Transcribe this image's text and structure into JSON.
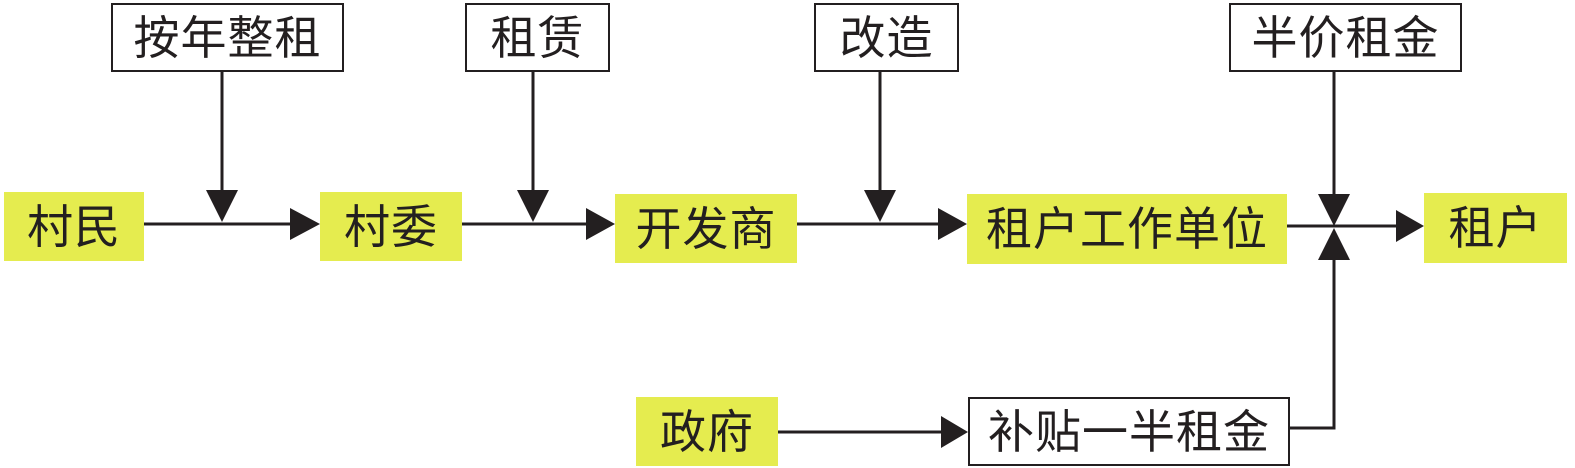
{
  "nodes": {
    "villagers": "村民",
    "village_committee": "村委",
    "developer": "开发商",
    "tenant_employer": "租户工作单位",
    "tenant": "租户",
    "government": "政府"
  },
  "actions": {
    "annual_lease": "按年整租",
    "lease": "租赁",
    "renovate": "改造",
    "half_rent": "半价租金",
    "subsidy": "补贴一半租金"
  },
  "colors": {
    "highlight": "#e5ec4f",
    "line": "#231f20"
  }
}
